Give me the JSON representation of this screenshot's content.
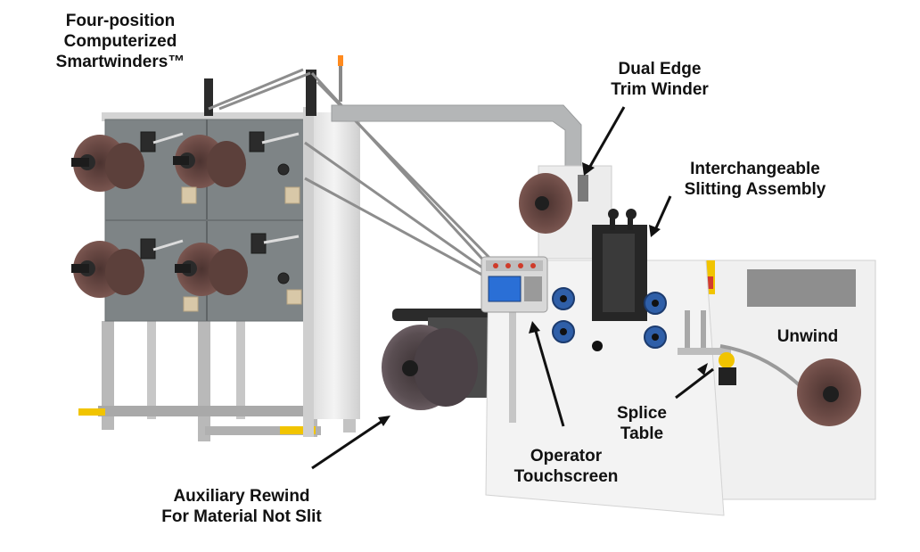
{
  "image": {
    "description": ""
  },
  "callouts": {
    "smartwinders": {
      "line1": "Four-position",
      "line2": "Computerized",
      "line3": "Smartwinders™"
    },
    "trim_winder": {
      "line1": "Dual Edge",
      "line2": "Trim Winder"
    },
    "slitting": {
      "line1": "Interchangeable",
      "line2": "Slitting Assembly"
    },
    "unwind": {
      "line1": "Unwind"
    },
    "splice": {
      "line1": "Splice",
      "line2": "Table"
    },
    "touchscreen": {
      "line1": "Operator",
      "line2": "Touchscreen"
    },
    "aux_rewind": {
      "line1": "Auxiliary Rewind",
      "line2": "For Material Not Slit"
    }
  },
  "colors": {
    "frame": "#eeeeee",
    "panel": "#7f8485",
    "spool": "#6b4a45",
    "hub": "#2a2a2a",
    "knob": "#2f5fa8",
    "accent": "#f1c400",
    "screen": "#2a6fd6"
  }
}
